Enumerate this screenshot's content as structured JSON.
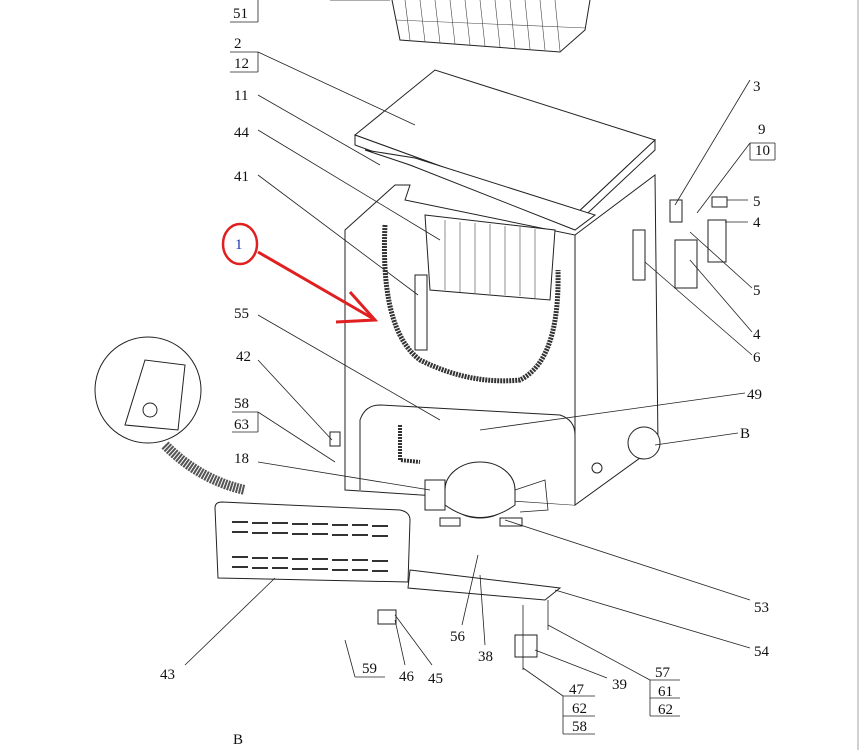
{
  "diagram": {
    "callouts": {
      "c51": "51",
      "c2": "2",
      "c12": "12",
      "c11": "11",
      "c44": "44",
      "c41": "41",
      "c1": "1",
      "c55": "55",
      "c42": "42",
      "c58a": "58",
      "c63": "63",
      "c18": "18",
      "c43": "43",
      "c3": "3",
      "c9": "9",
      "c10": "10",
      "c5a": "5",
      "c4a": "4",
      "c5b": "5",
      "c4b": "4",
      "c6": "6",
      "c49": "49",
      "cBa": "B",
      "c53": "53",
      "c54": "54",
      "c56": "56",
      "c38": "38",
      "c59": "59",
      "c46": "46",
      "c45": "45",
      "c39": "39",
      "c57": "57",
      "c61": "61",
      "c62a": "62",
      "c47": "47",
      "c62b": "62",
      "c58b": "58",
      "cBb": "B"
    },
    "annotation_color": "#e02020"
  }
}
